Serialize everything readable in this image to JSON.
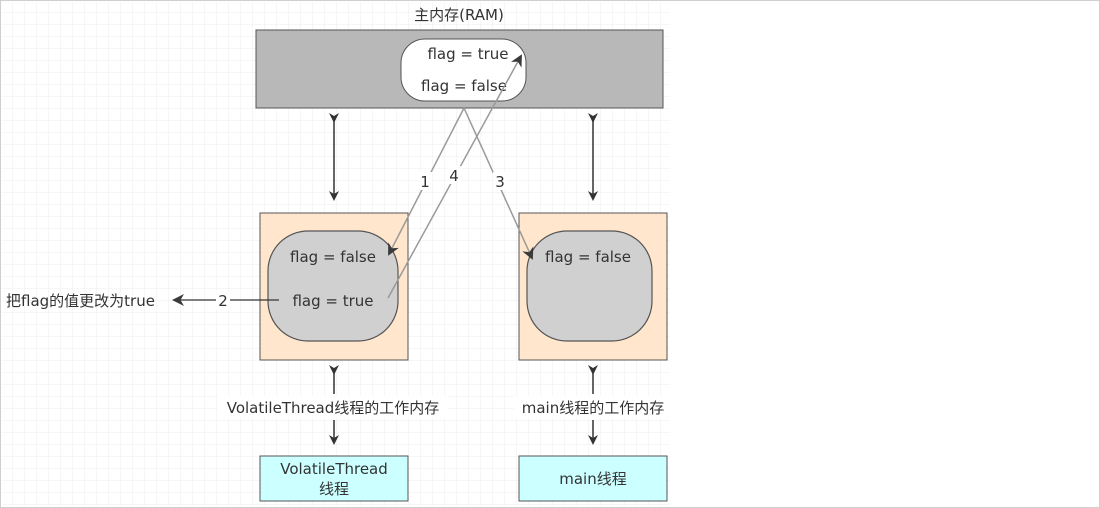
{
  "main_memory": {
    "title": "主内存(RAM)",
    "flag_true": "flag = true",
    "flag_false": "flag = false"
  },
  "volatile_thread": {
    "flag_false": "flag = false",
    "flag_true": "flag = true",
    "work_memory_label": "VolatileThread线程的工作内存",
    "thread_label_line1": "VolatileThread",
    "thread_label_line2": "线程"
  },
  "main_thread": {
    "flag_false": "flag = false",
    "work_memory_label": "main线程的工作内存",
    "thread_label": "main线程"
  },
  "annotation": {
    "text": "把flag的值更改为true",
    "step2": "2"
  },
  "steps": {
    "s1": "1",
    "s3": "3",
    "s4": "4"
  },
  "colors": {
    "main_memory_fill": "#b8b8b8",
    "work_memory_fill": "#ffe6cc",
    "inner_cache_fill": "#d0d0d0",
    "thread_fill": "#ccffff",
    "arrow_dark": "#333333",
    "arrow_gray": "#9a9a9a"
  }
}
